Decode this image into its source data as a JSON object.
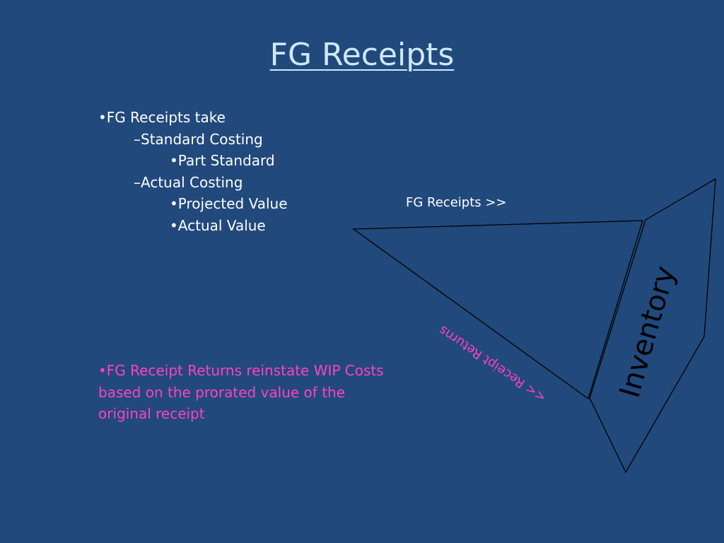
{
  "slide": {
    "title": "FG Receipts",
    "bullets": [
      {
        "text": "•FG Receipts take",
        "level": 1
      },
      {
        "text": "–Standard Costing",
        "level": 2
      },
      {
        "text": "•Part Standard",
        "level": 3
      },
      {
        "text": "–Actual Costing",
        "level": 2
      },
      {
        "text": "•Projected Value",
        "level": 3
      },
      {
        "text": "•Actual Value",
        "level": 3
      }
    ],
    "returns_note": "•FG Receipt Returns reinstate WIP Costs based on the prorated value of the original receipt"
  },
  "diagram": {
    "forward_label": "FG Receipts >>",
    "return_label": "<< Receipt Returns",
    "inventory_label": "Inventory"
  },
  "colors": {
    "background": "#21497c",
    "title": "#cfe8ff",
    "body_text": "#ffffff",
    "highlight": "#ff40c8",
    "lines": "#000000"
  }
}
